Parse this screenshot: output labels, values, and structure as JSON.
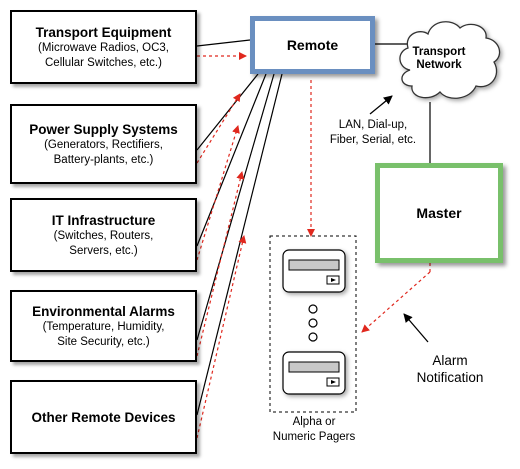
{
  "devices": [
    {
      "title": "Transport Equipment",
      "subtitle": "(Microwave Radios, OC3,\nCellular Switches, etc.)"
    },
    {
      "title": "Power Supply Systems",
      "subtitle": "(Generators, Rectifiers,\nBattery-plants, etc.)"
    },
    {
      "title": "IT Infrastructure",
      "subtitle": "(Switches, Routers,\nServers, etc.)"
    },
    {
      "title": "Environmental Alarms",
      "subtitle": "(Temperature, Humidity,\nSite Security, etc.)"
    },
    {
      "title": "Other Remote Devices",
      "subtitle": ""
    }
  ],
  "remote": {
    "label": "Remote"
  },
  "master": {
    "label": "Master"
  },
  "network": {
    "label": "Transport\nNetwork"
  },
  "connection_label": "LAN, Dial-up,\nFiber, Serial, etc.",
  "alarm_label": "Alarm\nNotification",
  "pager_label": "Alpha or\nNumeric Pagers",
  "colors": {
    "remote_border": "#6a8fc0",
    "master_border": "#79c06b",
    "alarm_arrow": "#e0281e",
    "line": "#000000"
  }
}
